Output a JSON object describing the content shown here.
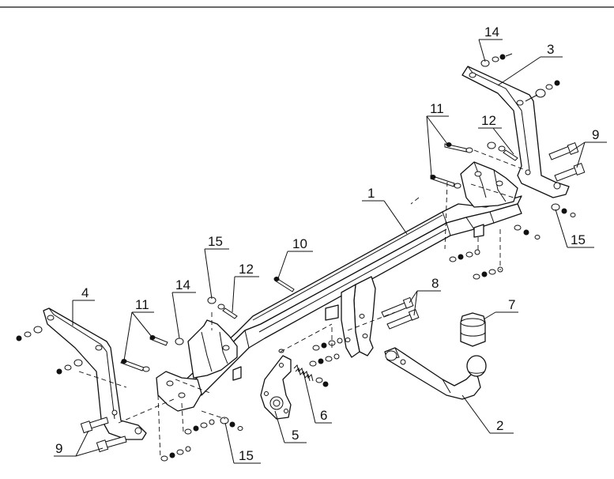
{
  "diagram": {
    "labels": {
      "l1": "1",
      "l2": "2",
      "l3": "3",
      "l4": "4",
      "l5": "5",
      "l6": "6",
      "l7": "7",
      "l8": "8",
      "l9_right": "9",
      "l9_left": "9",
      "l10": "10",
      "l11_right": "11",
      "l11_left": "11",
      "l12_right": "12",
      "l12_left": "12",
      "l14_top": "14",
      "l14_left": "14",
      "l15_right": "15",
      "l15_left": "15",
      "l15_bottom": "15"
    }
  }
}
